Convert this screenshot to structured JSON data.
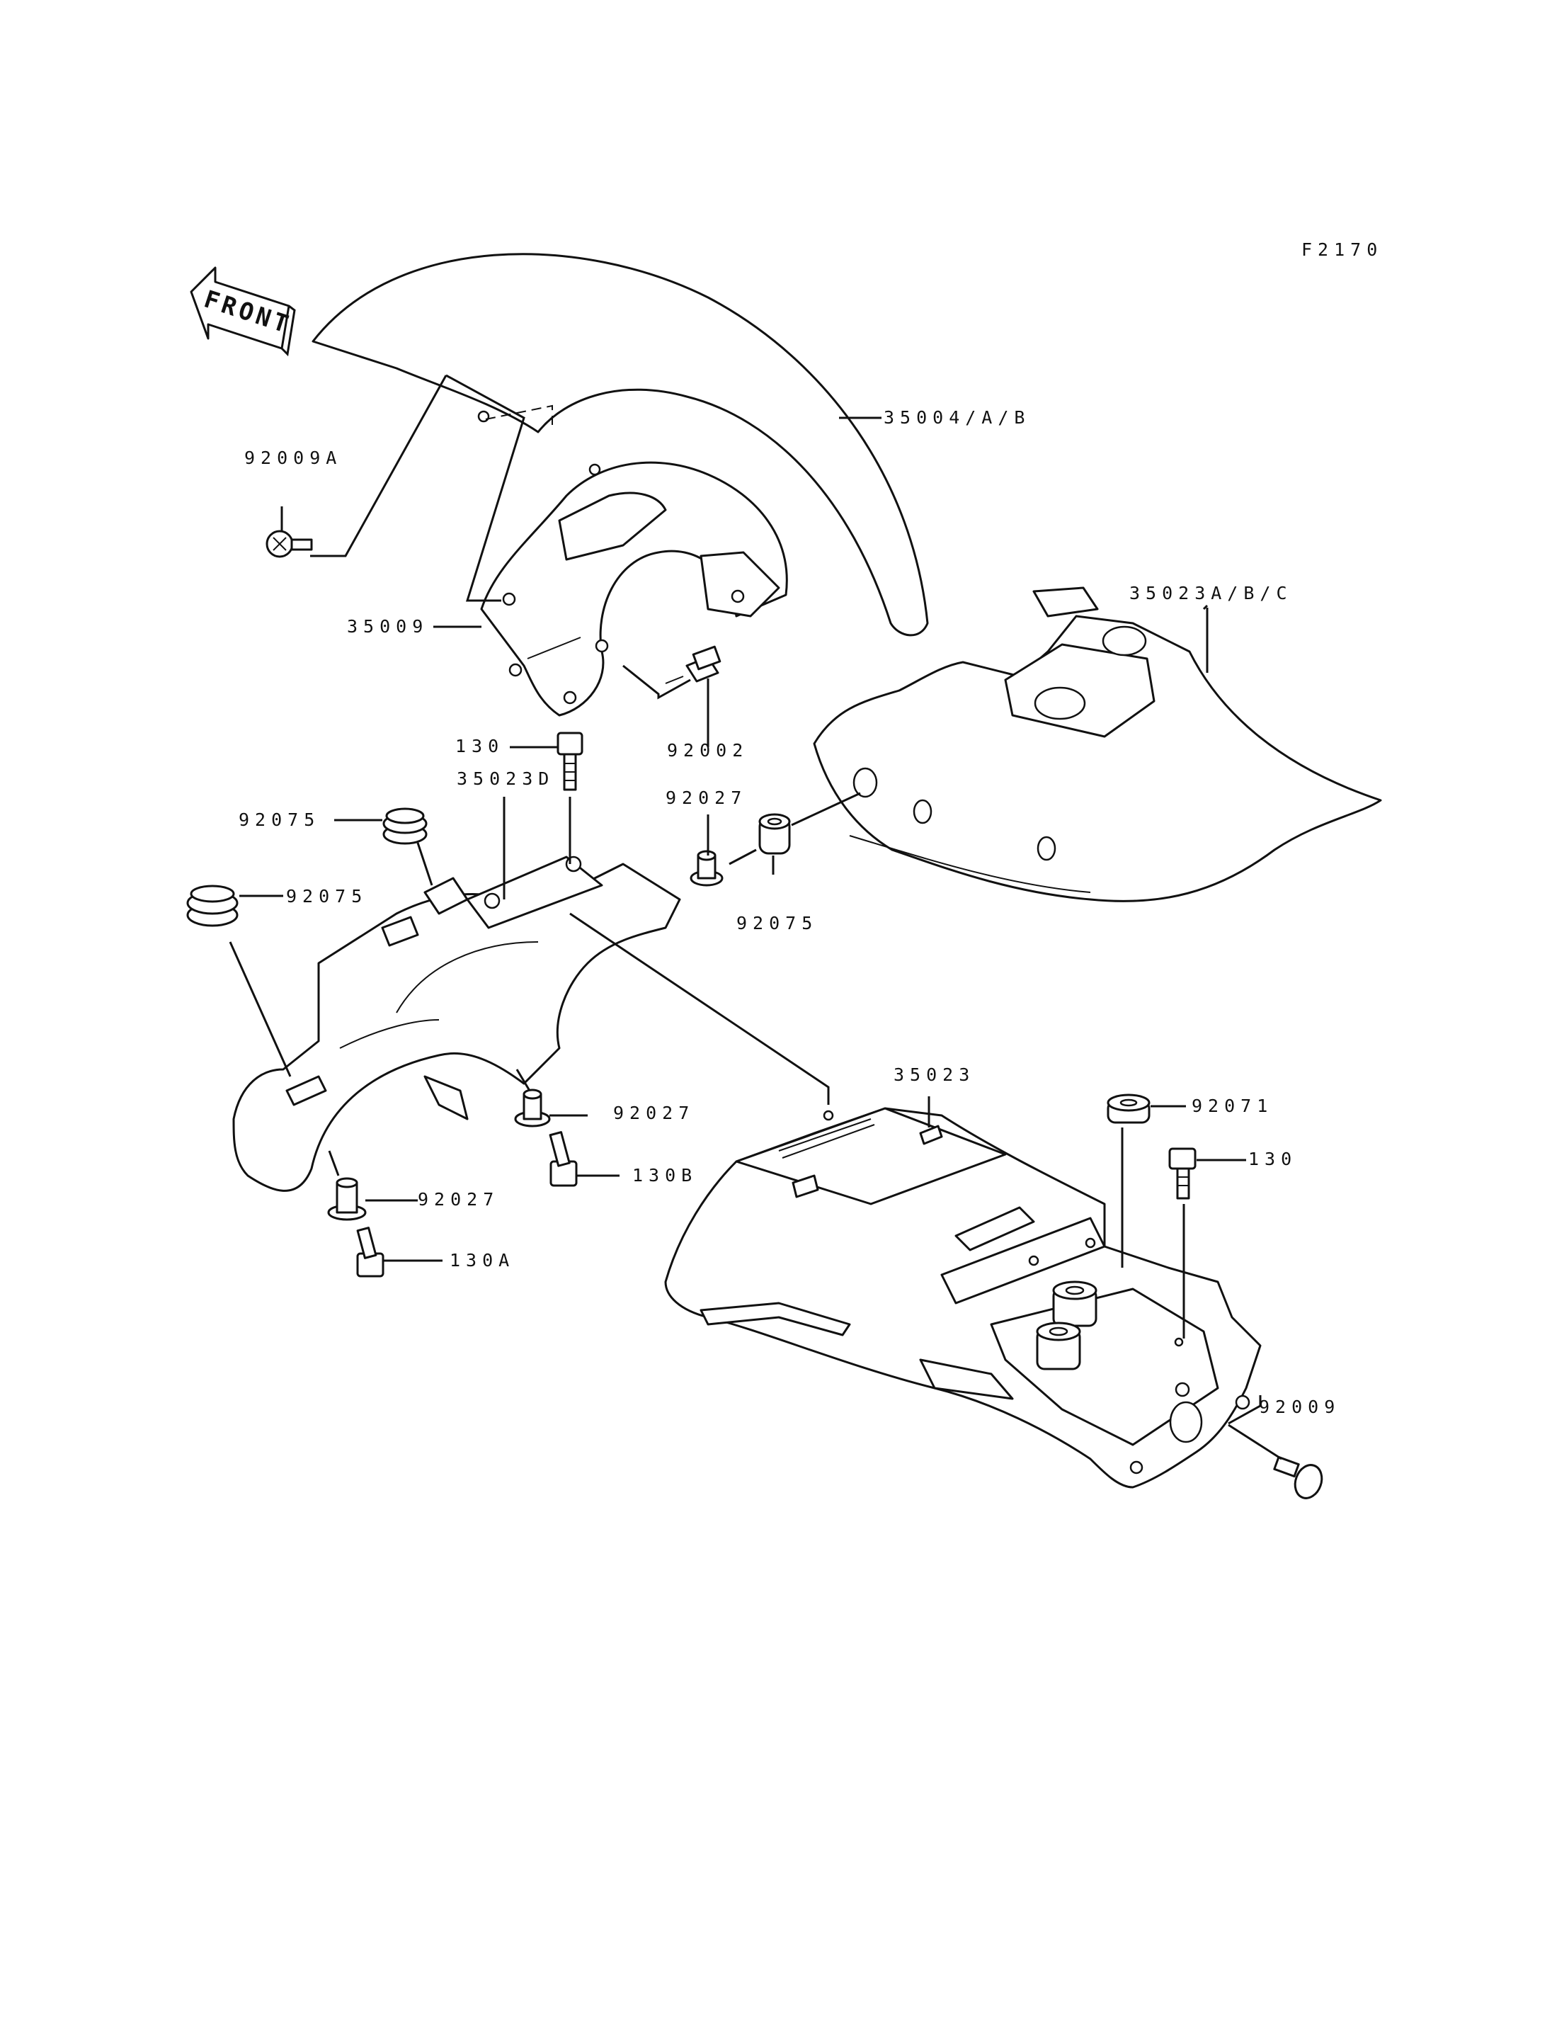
{
  "figure_code": "F2170",
  "front_arrow_label": "FRONT",
  "labels": {
    "front_fender": "35004/A/B",
    "fender_bracket": "35009",
    "rear_fender_front": "35023A/B/C",
    "rear_fender_inner": "35023D",
    "rear_fender": "35023",
    "screw_92009a": "92009A",
    "bolt_92002": "92002",
    "bolt_130_top": "130",
    "grommet_92075_a": "92075",
    "grommet_92075_b": "92075",
    "collar_92027_top": "92027",
    "grommet_92075_c": "92075",
    "collar_92027_mid": "92027",
    "bolt_130b": "130B",
    "collar_92027_low": "92027",
    "bolt_130a": "130A",
    "damper_92071": "92071",
    "bolt_130_right": "130",
    "screw_92009": "92009"
  }
}
